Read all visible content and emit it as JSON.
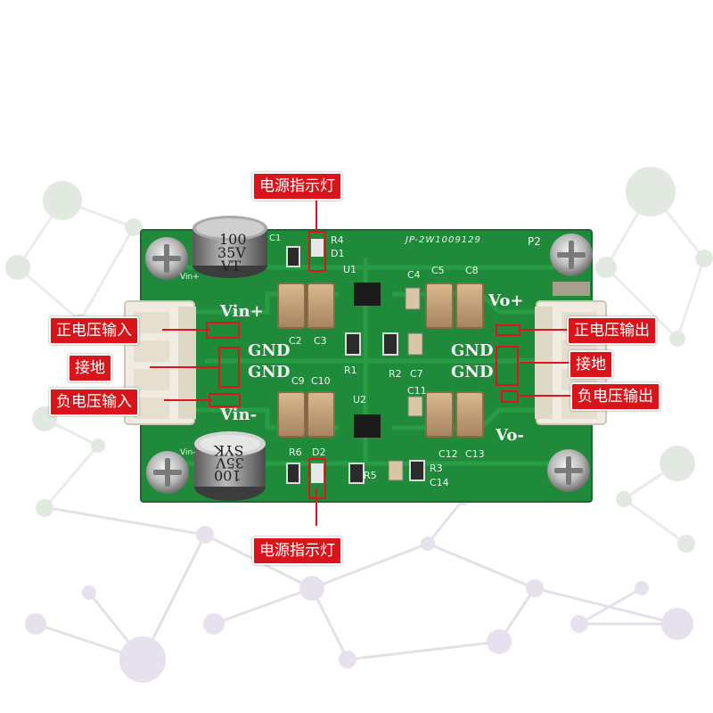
{
  "callouts": {
    "power_led_top": "电源指示灯",
    "power_led_bottom": "电源指示灯",
    "pos_input": "正电压输入",
    "ground_left": "接地",
    "neg_input": "负电压输入",
    "pos_output": "正电压输出",
    "ground_right": "接地",
    "neg_output": "负电压输出"
  },
  "silkscreen": {
    "board_id": "JP-2W1009129",
    "vin_plus": "Vin+",
    "vin_minus": "Vin-",
    "vo_plus": "Vo+",
    "vo_minus": "Vo-",
    "gnd": "GND",
    "p2": "P2",
    "u1": "U1",
    "u2": "U2",
    "c1": "C1",
    "r4": "R4",
    "d1": "D1",
    "c4": "C4",
    "c5": "C5",
    "c8": "C8",
    "c2": "C2",
    "c3": "C3",
    "r1": "R1",
    "r2": "R2",
    "c7": "C7",
    "c9": "C9",
    "c10": "C10",
    "c11": "C11",
    "c12": "C12",
    "c13": "C13",
    "r6": "R6",
    "d2": "D2",
    "r5": "R5",
    "r3": "R3",
    "c14": "C14",
    "vin_small_top": "Vin+",
    "vin_small_bottom": "Vin-"
  },
  "capacitor_top": {
    "line1": "100",
    "line2": "35V",
    "line3": "VT"
  },
  "capacitor_bottom": {
    "line1": "100",
    "line2": "35V",
    "line3": "SYK"
  },
  "colors": {
    "pcb": "#1f8a3a",
    "callout_bg": "#d9141a",
    "highlight": "#e0141a",
    "connector": "#f1ece2"
  }
}
